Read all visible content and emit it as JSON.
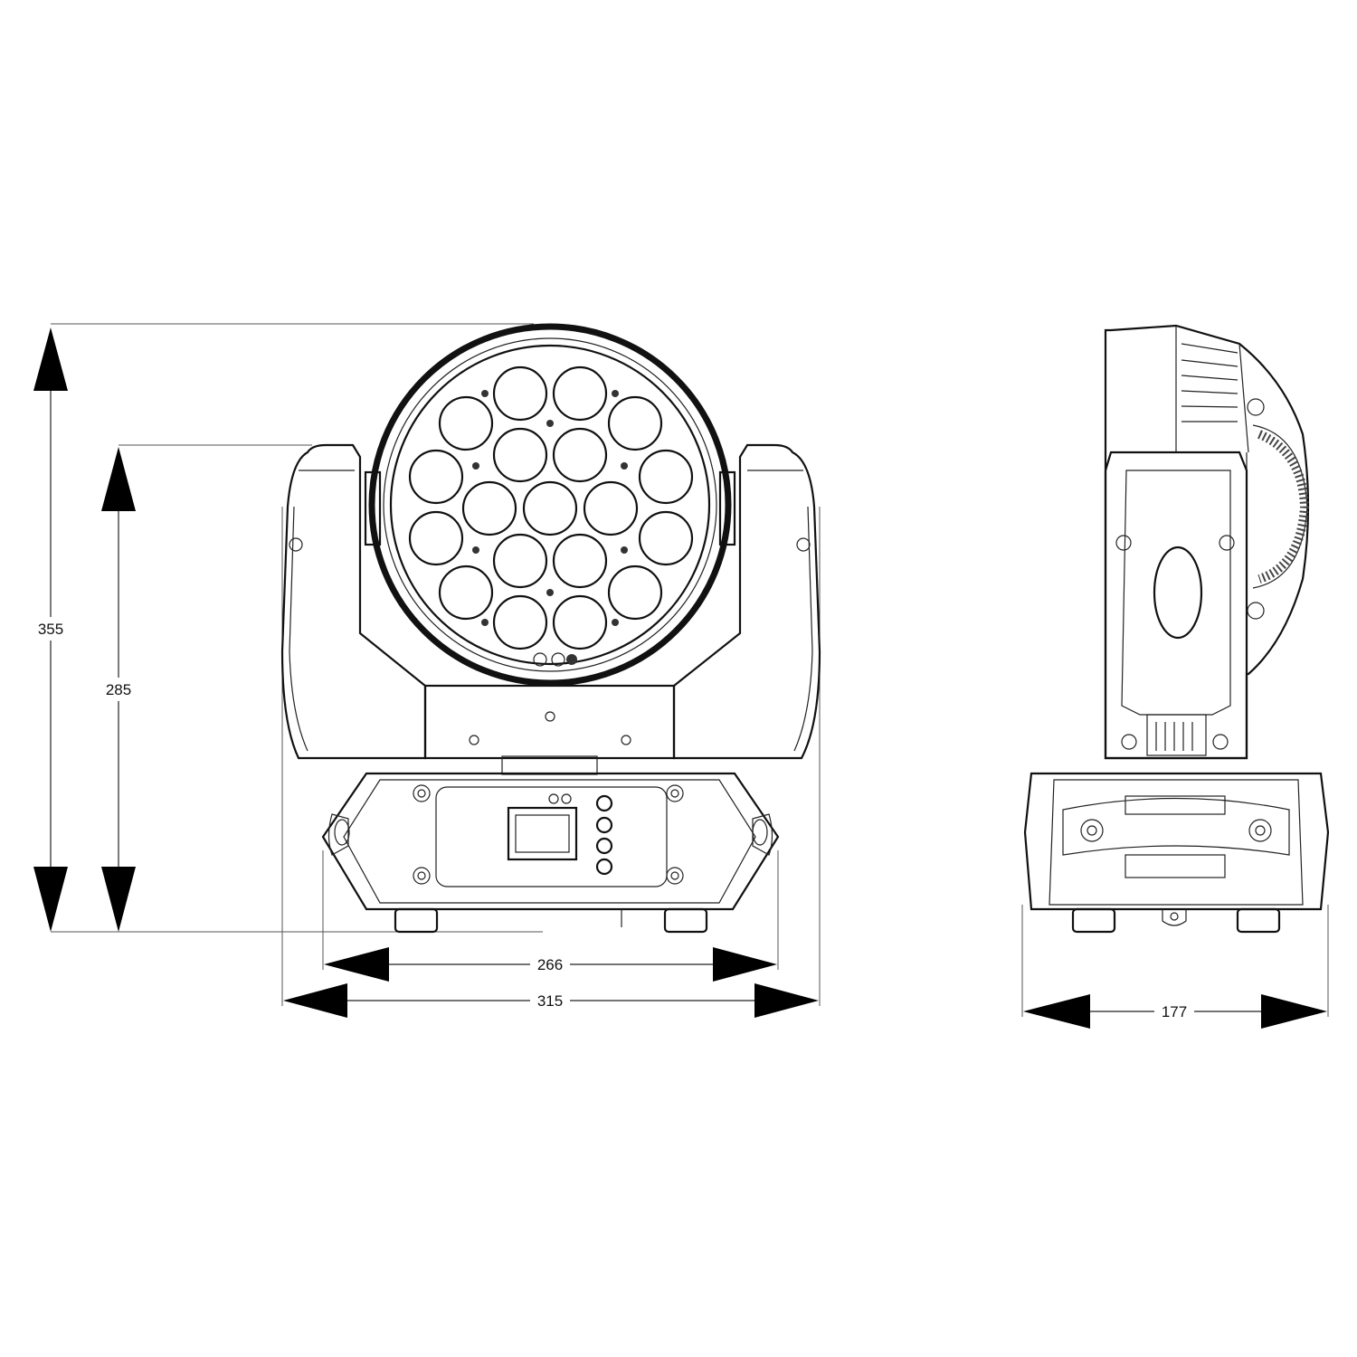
{
  "dimensions": {
    "overall_height": "355",
    "yoke_height": "285",
    "base_width": "266",
    "overall_width": "315",
    "side_depth": "177"
  },
  "views": {
    "front": {
      "led_count": 19
    },
    "side": {}
  },
  "colors": {
    "line": "#111111",
    "background": "#ffffff"
  }
}
